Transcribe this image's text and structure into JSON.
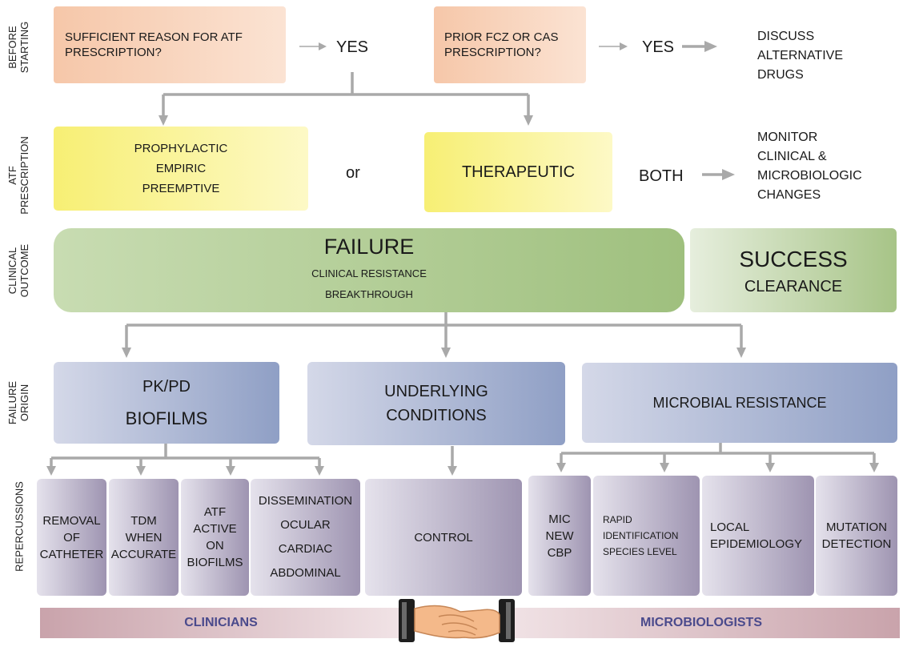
{
  "row_labels": {
    "before": [
      "BEFORE",
      "STARTING"
    ],
    "atf": [
      "ATF",
      "PRESCRIPTION"
    ],
    "clinical": [
      "CLINICAL",
      "OUTCOME"
    ],
    "failure": [
      "FAILURE",
      "ORIGIN"
    ],
    "repercussions": "REPERCUSSIONS"
  },
  "row1": {
    "q1": "SUFFICIENT REASON FOR ATF PRESCRIPTION?",
    "yes1": "YES",
    "q2": "PRIOR FCZ OR CAS PRESCRIPTION?",
    "yes2": "YES",
    "outcome": [
      "DISCUSS",
      "ALTERNATIVE",
      "DRUGS"
    ]
  },
  "row2": {
    "prophylactic": [
      "PROPHYLACTIC",
      "EMPIRIC",
      "PREEMPTIVE"
    ],
    "or": "or",
    "therapeutic": "THERAPEUTIC",
    "both": "BOTH",
    "monitor": [
      "MONITOR",
      "CLINICAL &",
      "MICROBIOLOGIC",
      "CHANGES"
    ]
  },
  "row3": {
    "failure_title": "FAILURE",
    "failure_sub": [
      "CLINICAL RESISTANCE",
      "BREAKTHROUGH"
    ],
    "success_title": "SUCCESS",
    "success_sub": "CLEARANCE"
  },
  "row4": {
    "pkpd": [
      "PK/PD",
      "BIOFILMS"
    ],
    "underlying": [
      "UNDERLYING",
      "CONDITIONS"
    ],
    "microbial": "MICROBIAL RESISTANCE"
  },
  "row5": {
    "removal": [
      "REMOVAL",
      "OF",
      "CATHETER"
    ],
    "tdm": [
      "TDM",
      "WHEN",
      "ACCURATE"
    ],
    "atf_active": [
      "ATF",
      "ACTIVE",
      "ON",
      "BIOFILMS"
    ],
    "dissemination": [
      "DISSEMINATION",
      "OCULAR",
      "CARDIAC",
      "ABDOMINAL"
    ],
    "control": "CONTROL",
    "mic": [
      "MIC",
      "NEW",
      "CBP"
    ],
    "rapid": [
      "RAPID",
      "IDENTIFICATION",
      "SPECIES LEVEL"
    ],
    "local": [
      "LOCAL",
      "EPIDEMIOLOGY"
    ],
    "mutation": [
      "MUTATION",
      "DETECTION"
    ]
  },
  "footer": {
    "clinicians": "CLINICIANS",
    "microbiologists": "MICROBIOLOGISTS"
  },
  "colors": {
    "peach": "#f6c7a9",
    "yellow": "#f7ef74",
    "green": "#9fc07e",
    "blue": "#8f9fc5",
    "lavender": "#9e94b1",
    "footer_text": "#4a4a8c",
    "arrow": "#a9a9a9"
  }
}
